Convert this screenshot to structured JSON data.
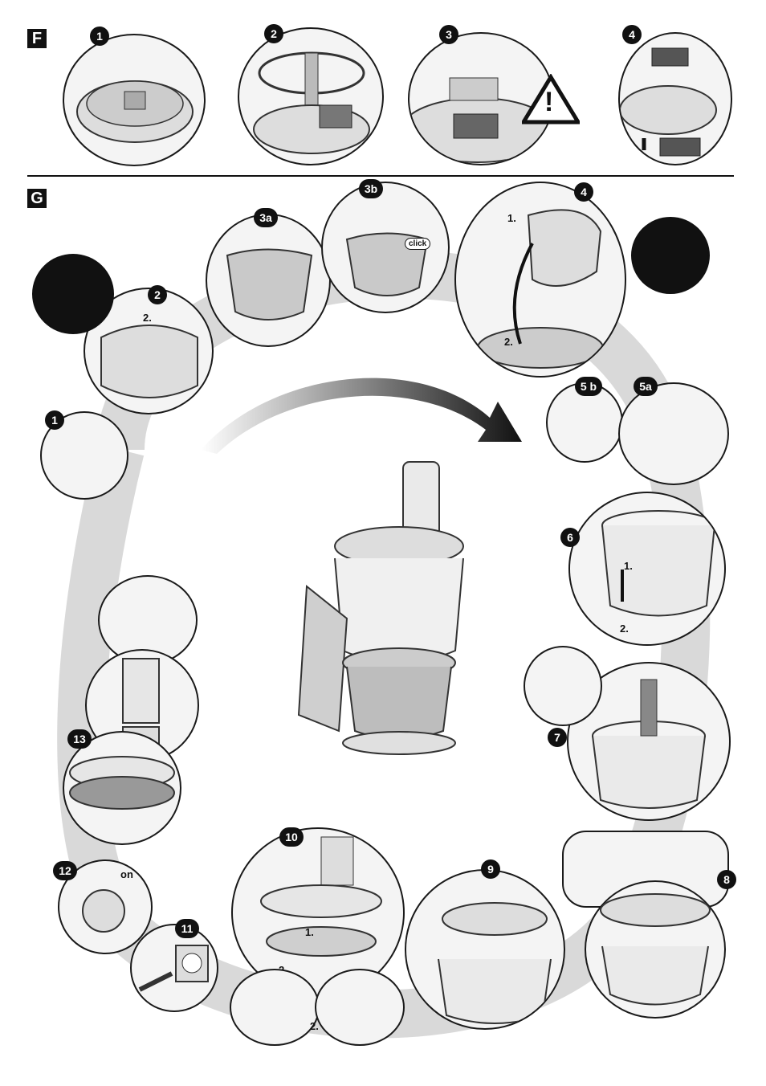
{
  "section_f": {
    "letter": "F",
    "steps": [
      {
        "badge": "1"
      },
      {
        "badge": "2"
      },
      {
        "badge": "3",
        "warning": "!"
      },
      {
        "badge": "4"
      }
    ]
  },
  "section_g": {
    "letter": "G",
    "steps": {
      "s1": {
        "badge": "1"
      },
      "s2": {
        "badge": "2",
        "label": "2."
      },
      "s3a": {
        "badge": "3a"
      },
      "s3b": {
        "badge": "3b",
        "click_text": "click"
      },
      "s4": {
        "badge": "4",
        "label_1": "1.",
        "label_2": "2."
      },
      "s5b": {
        "badge": "5 b"
      },
      "s5a": {
        "badge": "5a"
      },
      "s6": {
        "badge": "6",
        "label_1": "1.",
        "label_2": "2."
      },
      "s7": {
        "badge": "7"
      },
      "s8": {
        "badge": "8"
      },
      "s9": {
        "badge": "9"
      },
      "s10": {
        "badge": "10",
        "label_1": "1.",
        "label_2": "2.",
        "label_3": "2."
      },
      "s11": {
        "badge": "11"
      },
      "s12": {
        "badge": "12",
        "on_text": "on"
      },
      "s13": {
        "badge": "13"
      }
    }
  },
  "icons": [
    "warning-icon",
    "arrow-icon",
    "hand-icon",
    "food-processor-illustration"
  ]
}
